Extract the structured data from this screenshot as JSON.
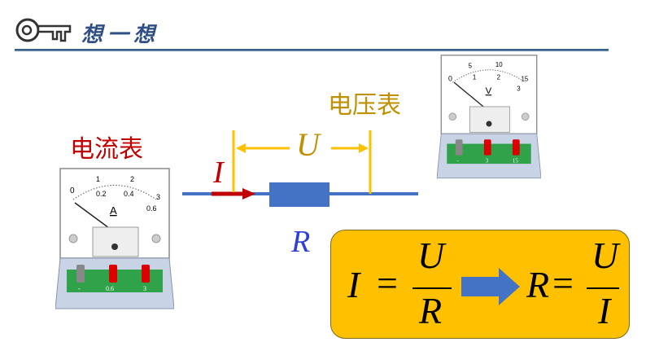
{
  "header": {
    "title": "想一想",
    "icon": "key-icon"
  },
  "labels": {
    "ammeter": "电流表",
    "voltmeter": "电压表",
    "current_symbol": "I",
    "voltage_symbol": "U",
    "resistance_symbol": "R"
  },
  "voltmeter": {
    "unit": "V",
    "scale_top": [
      "5",
      "10",
      "15"
    ],
    "scale_bottom": [
      "1",
      "2",
      "3"
    ],
    "zero": "0",
    "terminals": [
      "-",
      "3",
      "15"
    ]
  },
  "ammeter": {
    "unit": "A",
    "scale_top": [
      "1",
      "2",
      "3"
    ],
    "scale_bottom": [
      "0.2",
      "0.4",
      "0.6"
    ],
    "zero": "0",
    "terminals": [
      "-",
      "0.6",
      "3"
    ]
  },
  "formula": {
    "left": {
      "lhs": "I",
      "eq": "=",
      "num": "U",
      "den": "R"
    },
    "right": {
      "lhs": "R",
      "eq": "=",
      "num": "U",
      "den": "I"
    }
  },
  "colors": {
    "red": "#c00000",
    "gold": "#bf9000",
    "blue": "#4472c4",
    "box": "#ffc000"
  }
}
